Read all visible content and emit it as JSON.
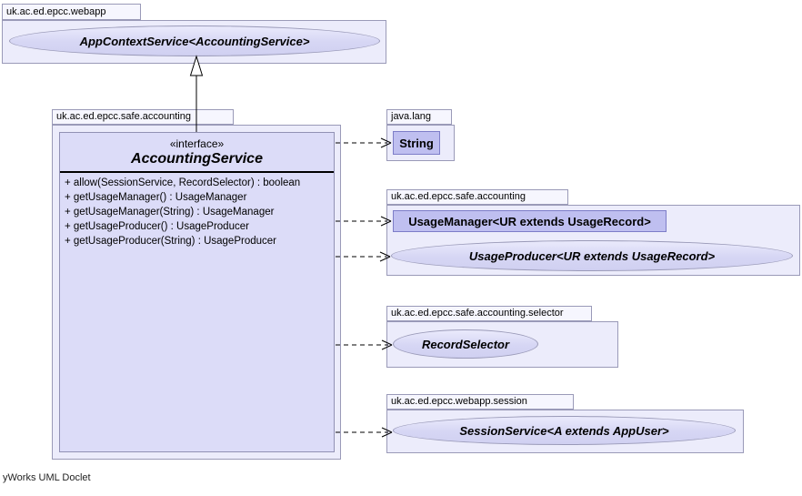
{
  "diagram_title": "yWorks UML Doclet",
  "packages": {
    "webapp": {
      "name": "uk.ac.ed.epcc.webapp"
    },
    "accounting_left": {
      "name": "uk.ac.ed.epcc.safe.accounting"
    },
    "java_lang": {
      "name": "java.lang"
    },
    "accounting_right": {
      "name": "uk.ac.ed.epcc.safe.accounting"
    },
    "selector": {
      "name": "uk.ac.ed.epcc.safe.accounting.selector"
    },
    "session": {
      "name": "uk.ac.ed.epcc.webapp.session"
    }
  },
  "nodes": {
    "app_context_service": {
      "label": "AppContextService<AccountingService>",
      "shape": "ellipse"
    },
    "string": {
      "label": "String",
      "shape": "rect"
    },
    "usage_manager": {
      "label": "UsageManager<UR extends UsageRecord>",
      "shape": "rect"
    },
    "usage_producer": {
      "label": "UsageProducer<UR extends UsageRecord>",
      "shape": "ellipse"
    },
    "record_selector": {
      "label": "RecordSelector",
      "shape": "ellipse"
    },
    "session_service": {
      "label": "SessionService<A extends AppUser>",
      "shape": "ellipse"
    }
  },
  "interface": {
    "stereotype": "«interface»",
    "name": "AccountingService",
    "methods": [
      "+  allow(SessionService, RecordSelector) : boolean",
      "+  getUsageManager() : UsageManager",
      "+  getUsageManager(String) : UsageManager",
      "+  getUsageProducer() : UsageProducer",
      "+  getUsageProducer(String) : UsageProducer"
    ]
  },
  "edges": [
    {
      "type": "realization",
      "from": "AccountingService",
      "to": "AppContextService<AccountingService>",
      "line": "solid",
      "arrowhead": "hollow-triangle"
    },
    {
      "type": "dependency",
      "from": "AccountingService",
      "to": "String",
      "line": "dashed",
      "arrowhead": "open"
    },
    {
      "type": "dependency",
      "from": "AccountingService",
      "to": "UsageManager<UR extends UsageRecord>",
      "line": "dashed",
      "arrowhead": "open"
    },
    {
      "type": "dependency",
      "from": "AccountingService",
      "to": "UsageProducer<UR extends UsageRecord>",
      "line": "dashed",
      "arrowhead": "open"
    },
    {
      "type": "dependency",
      "from": "AccountingService",
      "to": "RecordSelector",
      "line": "dashed",
      "arrowhead": "open"
    },
    {
      "type": "dependency",
      "from": "AccountingService",
      "to": "SessionService<A extends AppUser>",
      "line": "dashed",
      "arrowhead": "open"
    }
  ],
  "footer": {
    "label": "yWorks UML Doclet"
  },
  "colors": {
    "package_fill": "#ececfb",
    "package_tab_fill": "#f6f6fe",
    "package_border": "#9a9ab8",
    "class_fill": "#dcdcf8",
    "class_border": "#9191b4",
    "node_fill": "#bfbff0",
    "node_border": "#7d7dc8",
    "ellipse_fill_top": "#eaeafc",
    "ellipse_fill_bottom": "#d0d0f1",
    "edge_color": "#000000"
  }
}
